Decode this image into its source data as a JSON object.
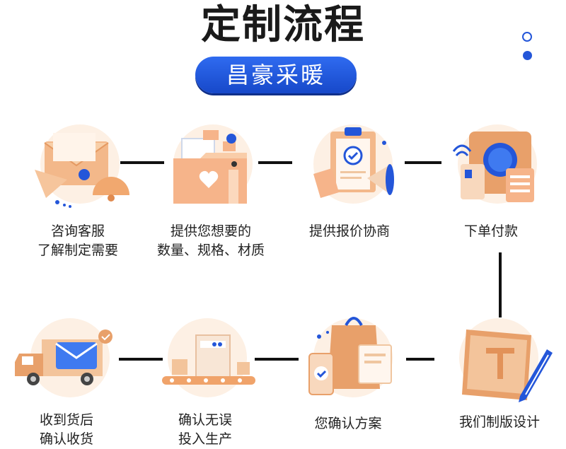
{
  "header": {
    "title": "定制流程",
    "brand": "昌豪采暖"
  },
  "steps": [
    {
      "line1": "咨询客服",
      "line2": "了解制定需要",
      "icon": "envelope-bell-icon"
    },
    {
      "line1": "提供您想要的",
      "line2": "数量、规格、材质",
      "icon": "folder-documents-icon"
    },
    {
      "line1": "提供报价协商",
      "line2": "",
      "icon": "clipboard-megaphone-icon"
    },
    {
      "line1": "下单付款",
      "line2": "",
      "icon": "payment-terminal-icon"
    },
    {
      "line1": "我们制版设计",
      "line2": "",
      "icon": "blueprint-pen-icon"
    },
    {
      "line1": "您确认方案",
      "line2": "",
      "icon": "shopping-bag-phone-icon"
    },
    {
      "line1": "确认无误",
      "line2": "投入生产",
      "icon": "factory-conveyor-icon"
    },
    {
      "line1": "收到货后",
      "line2": "确认收货",
      "icon": "delivery-truck-icon"
    }
  ],
  "colors": {
    "accent": "#2456d9",
    "icon_orange": "#f0a36a",
    "icon_light": "#fbe3cf"
  }
}
